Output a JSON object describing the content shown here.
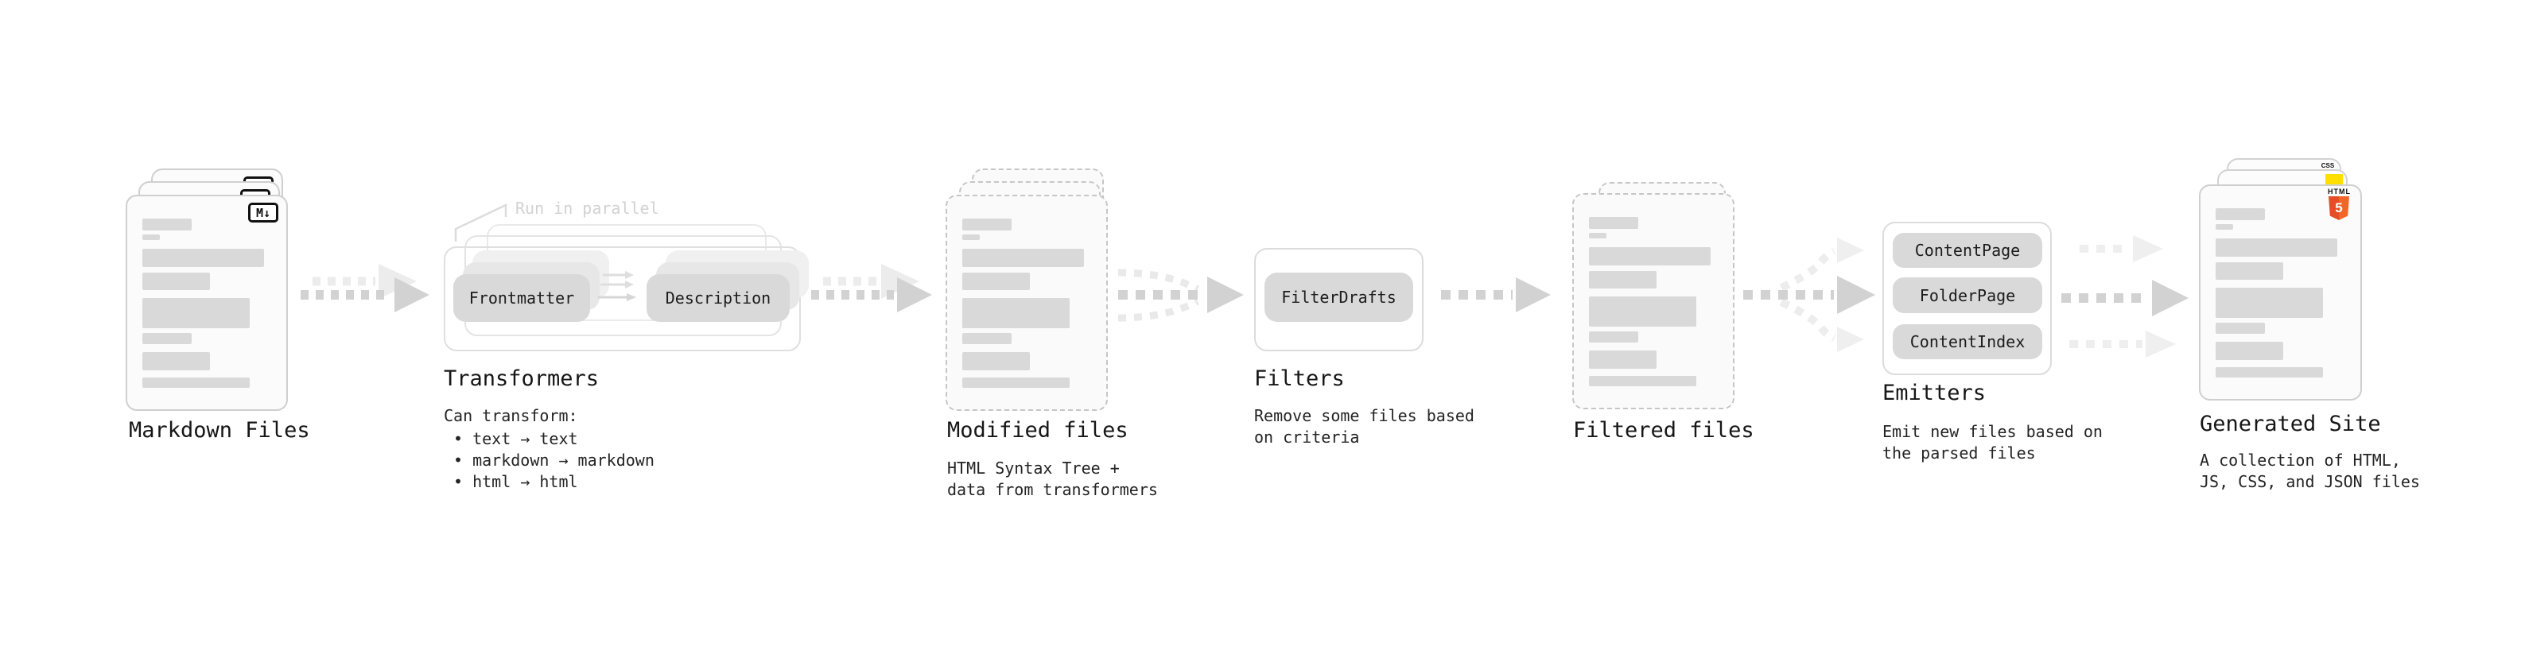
{
  "markdown_files": {
    "label": "Markdown Files",
    "badge": "M↓"
  },
  "transformers": {
    "label": "Transformers",
    "annotation": "Run in parallel",
    "frontmatter_button": "Frontmatter",
    "description_button": "Description",
    "note_title": "Can transform:",
    "bullets": [
      "• text → text",
      "• markdown → markdown",
      "• html → html"
    ]
  },
  "modified_files": {
    "label": "Modified files",
    "note_line1": "HTML Syntax Tree +",
    "note_line2": "data from transformers"
  },
  "filters": {
    "label": "Filters",
    "filter_button": "FilterDrafts",
    "note_line1": "Remove some files based",
    "note_line2": "on criteria"
  },
  "filtered_files": {
    "label": "Filtered files"
  },
  "emitters": {
    "label": "Emitters",
    "buttons": [
      "ContentPage",
      "FolderPage",
      "ContentIndex"
    ],
    "note_line1": "Emit new files based on",
    "note_line2": "the parsed files"
  },
  "generated_site": {
    "label": "Generated Site",
    "note_line1": "A collection of HTML,",
    "note_line2": "JS, CSS, and JSON files",
    "css_badge": "CSS",
    "html_badge": "HTML",
    "html_number": "5"
  },
  "colors": {
    "html5_orange": "#e44d26",
    "html5_orange_light": "#f16529",
    "css_blue": "#2b6bf3",
    "js_yellow": "#ffdf00",
    "arrow_gray": "#d2d2d2",
    "placeholder_gray": "#d9d9d9"
  }
}
